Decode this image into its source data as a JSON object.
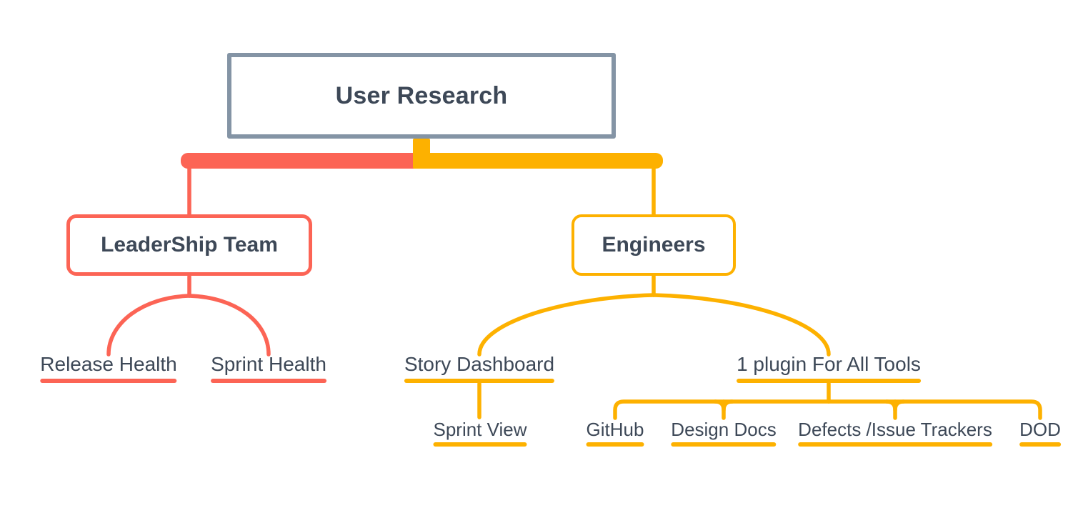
{
  "colors": {
    "branch_red": "#FC6455",
    "branch_orange": "#FDB100",
    "node_border_gray": "#8494A5",
    "text_dark": "#3D4857",
    "canvas_bg": "#FFFFFF"
  },
  "mindmap": {
    "root": {
      "label": "User Research"
    },
    "branches": [
      {
        "label": "LeaderShip Team",
        "color": "#FC6455",
        "children": [
          {
            "label": "Release Health"
          },
          {
            "label": "Sprint Health"
          }
        ]
      },
      {
        "label": "Engineers",
        "color": "#FDB100",
        "children": [
          {
            "label": "Story Dashboard",
            "children": [
              {
                "label": "Sprint View"
              }
            ]
          },
          {
            "label": "1 plugin For All Tools",
            "children": [
              {
                "label": "GitHub"
              },
              {
                "label": "Design Docs"
              },
              {
                "label": "Defects /Issue Trackers"
              },
              {
                "label": "DOD"
              }
            ]
          }
        ]
      }
    ]
  }
}
